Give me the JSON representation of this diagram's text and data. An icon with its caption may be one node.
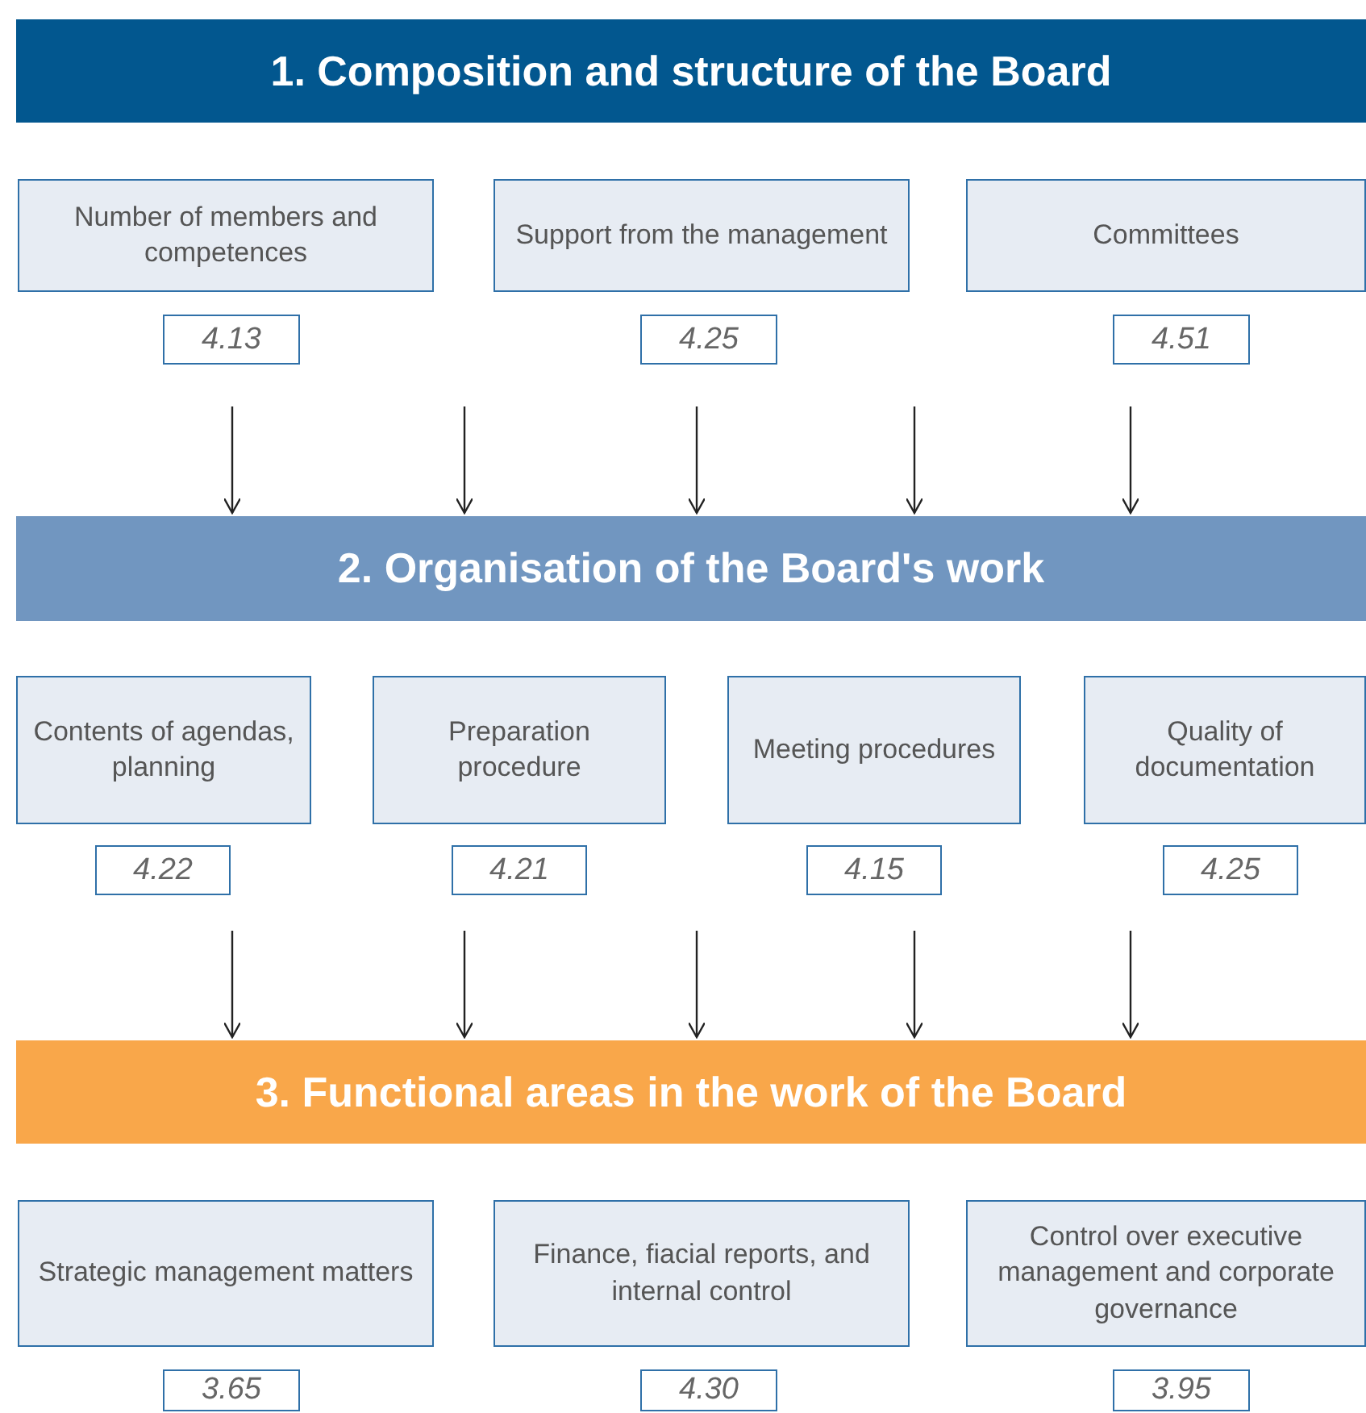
{
  "diagram": {
    "nodes": [
      {
        "text": [
          "1. Composition and structure of the Board"
        ]
      },
      {
        "text": [
          "Number of members and competences"
        ]
      },
      {
        "text": [
          "Support from the management"
        ]
      },
      {
        "text": [
          "Committees"
        ]
      },
      {
        "text": [
          "4.13"
        ]
      },
      {
        "text": [
          "4.25"
        ]
      },
      {
        "text": [
          "4.51"
        ]
      },
      {
        "text": [
          "2. Organisation of the Board's work"
        ]
      },
      {
        "text": [
          "Contents of agendas, planning"
        ]
      },
      {
        "text": [
          "Preparation procedure"
        ]
      },
      {
        "text": [
          "Meeting procedures"
        ]
      },
      {
        "text": [
          "Quality of documentation"
        ]
      },
      {
        "text": [
          "4.22"
        ]
      },
      {
        "text": [
          "4.21"
        ]
      },
      {
        "text": [
          "4.15"
        ]
      },
      {
        "text": [
          "4.25"
        ]
      },
      {
        "text": [
          "3. Functional areas in the work of the Board"
        ]
      },
      {
        "text": [
          "Strategic management matters"
        ]
      },
      {
        "text": [
          "Finance, fiacial reports, and internal control"
        ]
      },
      {
        "text": [
          "Control over executive management and corporate governance"
        ]
      },
      {
        "text": [
          "3.65"
        ]
      },
      {
        "text": [
          "4.30"
        ]
      },
      {
        "text": [
          "3.95"
        ]
      }
    ],
    "edges": [
      {
        "from": null,
        "to": 7,
        "arrow": "to"
      },
      {
        "from": null,
        "to": 7,
        "arrow": "to"
      },
      {
        "from": null,
        "to": 7,
        "arrow": "to"
      },
      {
        "from": null,
        "to": 7,
        "arrow": "to"
      },
      {
        "from": null,
        "to": 7,
        "arrow": "to"
      },
      {
        "from": null,
        "to": 16,
        "arrow": "to"
      },
      {
        "from": null,
        "to": 16,
        "arrow": "to"
      },
      {
        "from": null,
        "to": 16,
        "arrow": "to"
      },
      {
        "from": null,
        "to": 16,
        "arrow": "to"
      },
      {
        "from": null,
        "to": 16,
        "arrow": "to"
      }
    ]
  }
}
